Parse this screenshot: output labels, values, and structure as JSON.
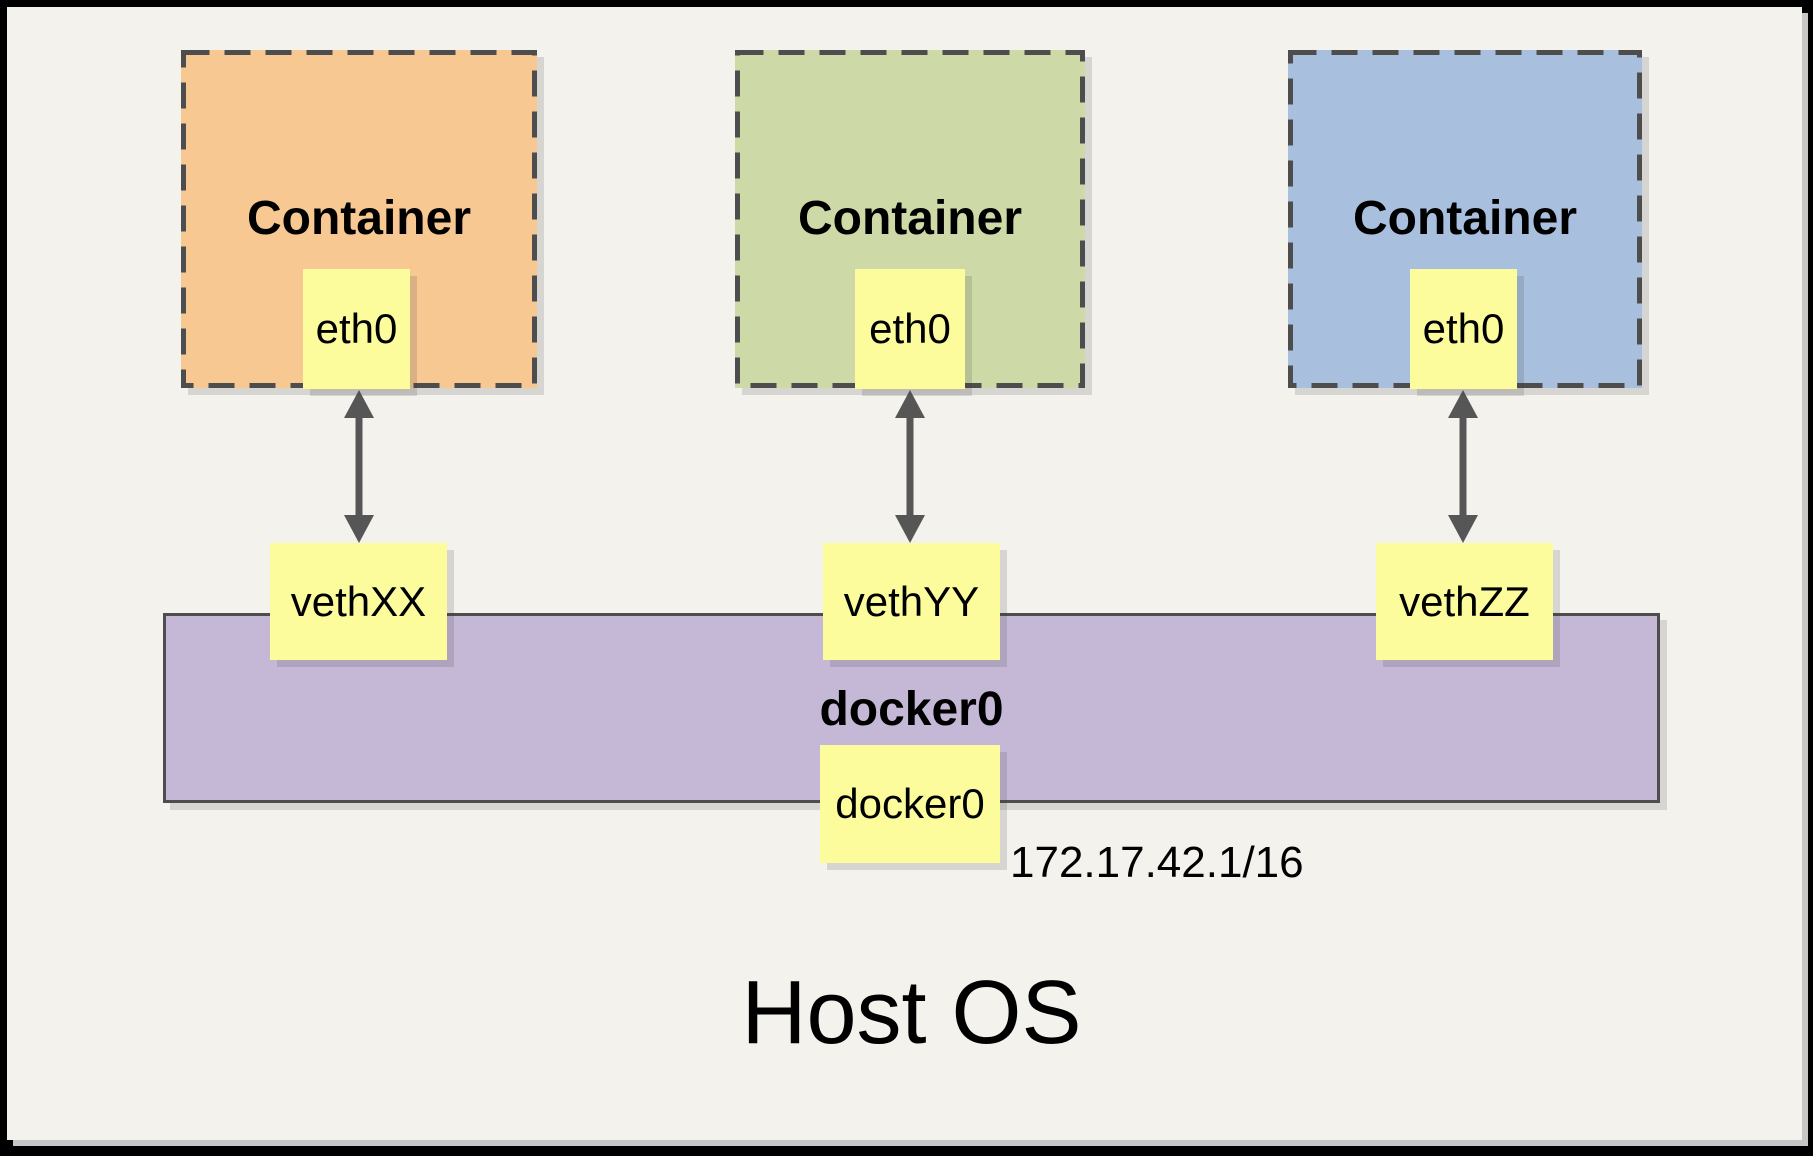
{
  "diagram": {
    "host_label": "Host OS",
    "bridge": {
      "label": "docker0",
      "interface_label": "docker0",
      "subnet": "172.17.42.1/16"
    },
    "containers": [
      {
        "label": "Container",
        "interface_label": "eth0",
        "veth_label": "vethXX"
      },
      {
        "label": "Container",
        "interface_label": "eth0",
        "veth_label": "vethYY"
      },
      {
        "label": "Container",
        "interface_label": "eth0",
        "veth_label": "vethZZ"
      }
    ],
    "colors": {
      "container_orange": "#F7C892",
      "container_green": "#CDD9A6",
      "container_blue": "#A9BFDE",
      "node_yellow": "#FCFC9D",
      "bridge_purple": "#C5B8D7",
      "canvas_background": "#F4F2ED",
      "dashed_border": "#4D4D4D",
      "arrow_gray": "#565656",
      "frame_black": "#000000"
    }
  }
}
